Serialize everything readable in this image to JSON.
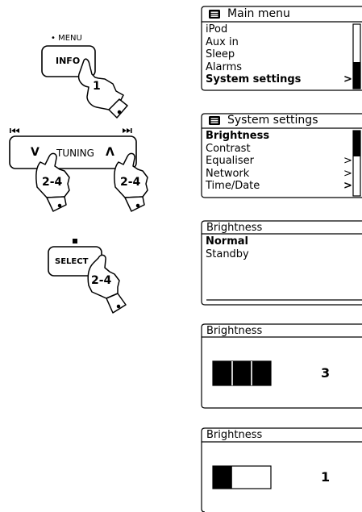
{
  "controls": {
    "info_button": {
      "top_label": "• MENU",
      "label": "INFO",
      "step": "1"
    },
    "tuning_button": {
      "prev_symbol": "◂◂",
      "next_symbol": "▸▸",
      "down_glyph": "V",
      "label": "TUNING",
      "up_glyph": "Λ",
      "step_left": "2-4",
      "step_right": "2-4"
    },
    "select_button": {
      "top_symbol": "■",
      "label": "SELECT",
      "step": "2-4"
    }
  },
  "screens": {
    "main_menu": {
      "title": "Main menu",
      "items": [
        "iPod",
        "Aux in",
        "Sleep",
        "Alarms",
        "System settings"
      ],
      "arrow": ">"
    },
    "system_settings": {
      "title": "System settings",
      "items": [
        "Brightness",
        "Contrast",
        "Equaliser",
        "Network",
        "Time/Date"
      ],
      "arrows": [
        ">",
        ">",
        ">"
      ]
    },
    "brightness_menu": {
      "title": "Brightness",
      "items": [
        "Normal",
        "Standby"
      ]
    },
    "brightness_level_high": {
      "title": "Brightness",
      "value": "3",
      "level_fraction": 1.0
    },
    "brightness_level_low": {
      "title": "Brightness",
      "value": "1",
      "level_fraction": 0.33
    }
  },
  "icon_names": [
    "menu-list-icon",
    "hand-pointer-icon",
    "skip-back-icon",
    "skip-forward-icon",
    "stop-icon"
  ]
}
